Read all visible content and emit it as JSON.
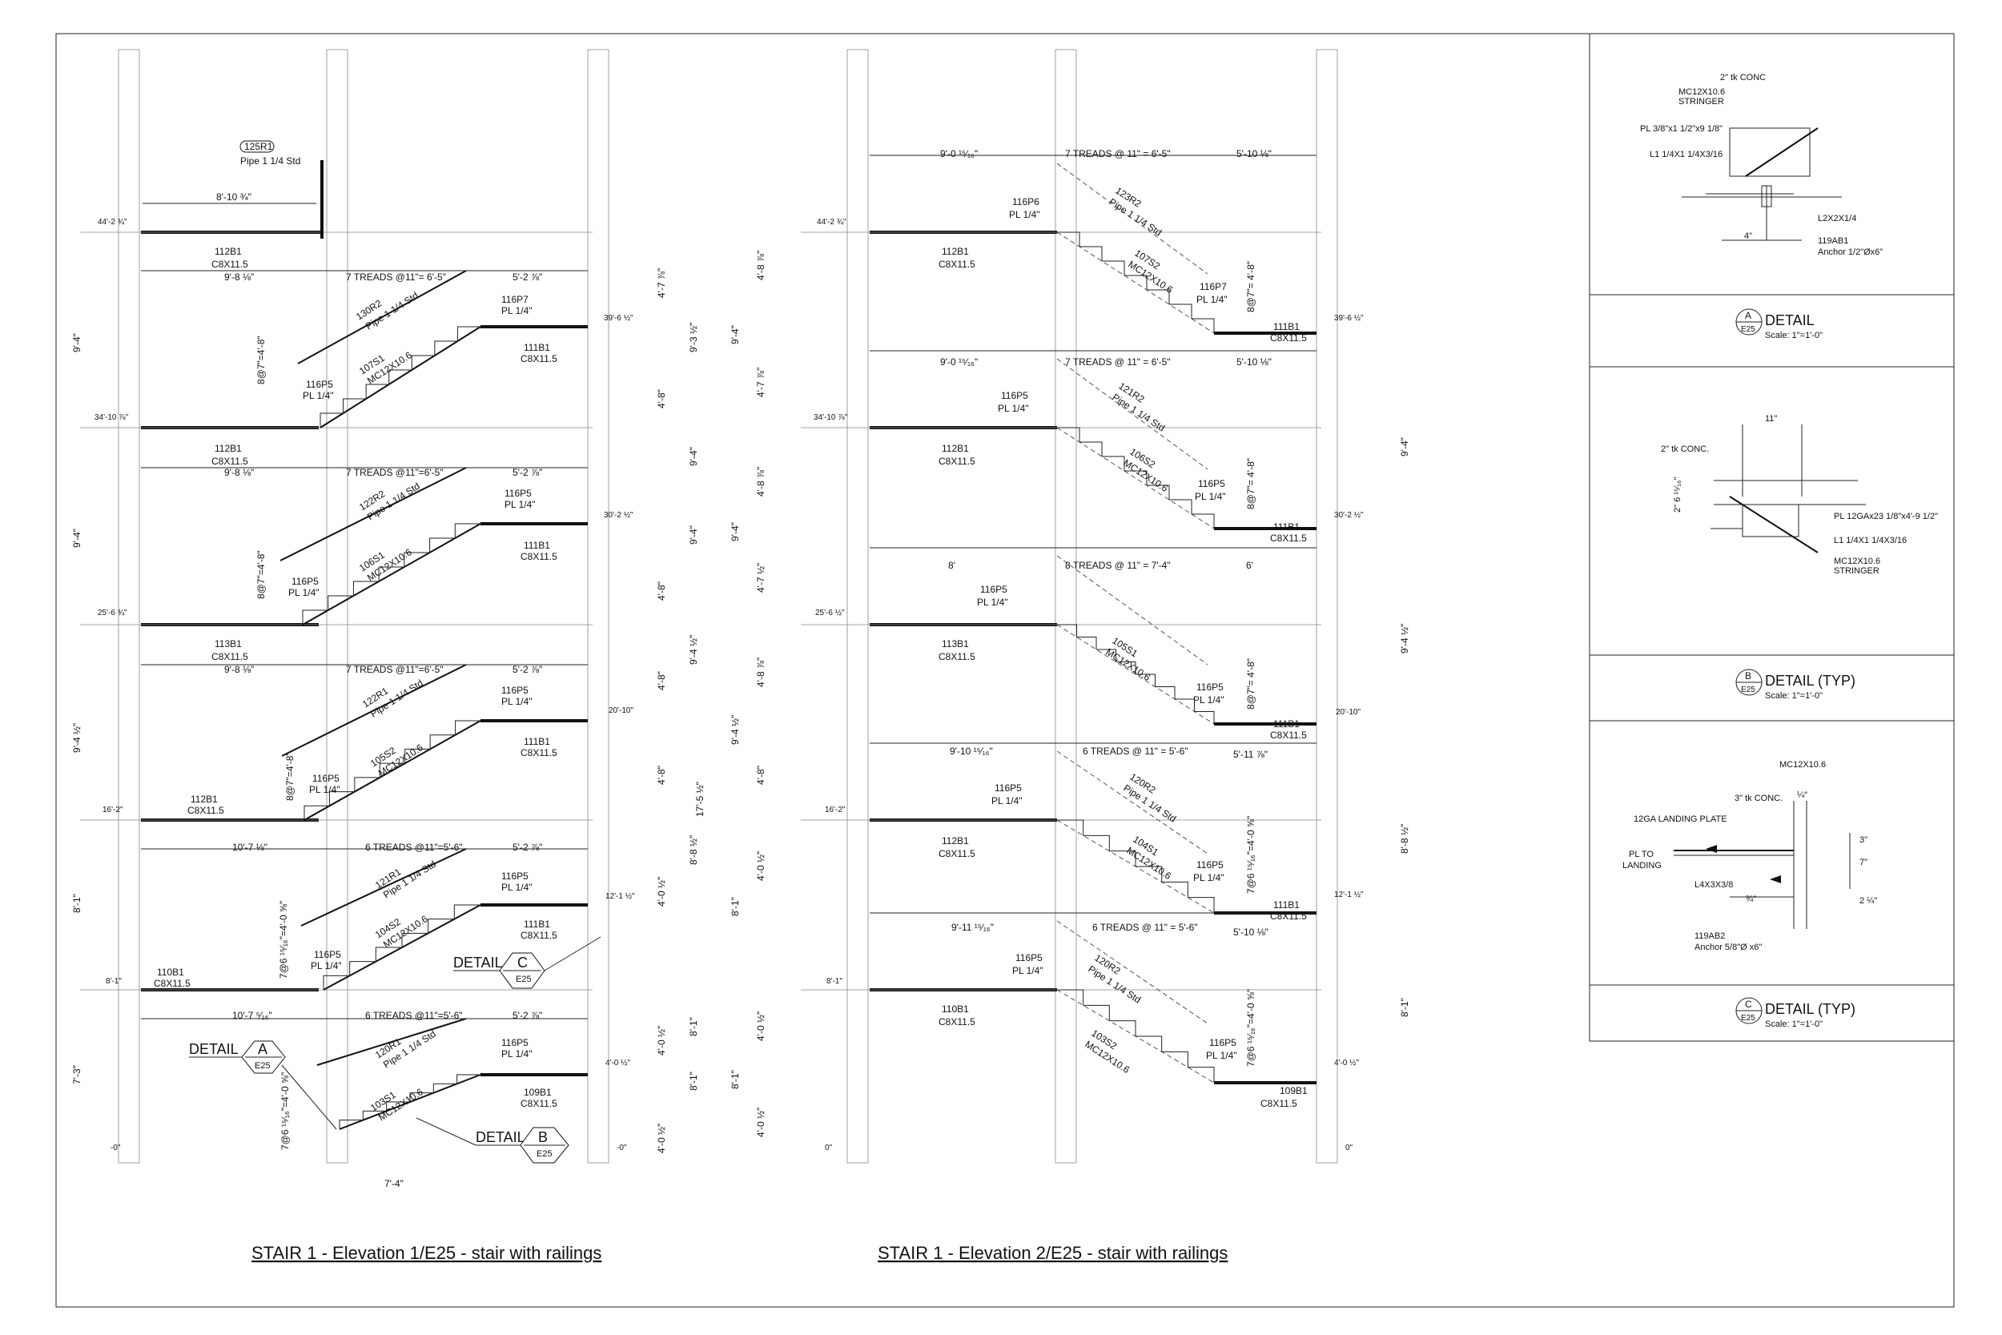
{
  "sheet": {
    "elevation1_title": "STAIR 1 - Elevation 1/E25 - stair with railings",
    "elevation2_title": "STAIR 1 - Elevation 2/E25 - stair with railings"
  },
  "elevation1": {
    "flights": [
      {
        "treads": "7 TREADS @11\"= 6'-5\"",
        "rail_tag": "130R2",
        "rail": "Pipe 1 1/4 Std",
        "stringer_tag": "107S1",
        "stringer": "MC12X10.6",
        "top_plate_tag": "116P7",
        "top_plate": "PL 1/4\"",
        "bot_plate_tag": "116P5",
        "bot_plate": "PL 1/4\"",
        "rise": "8@7\"=4'-8\"",
        "top_beam_tag": "111B1",
        "top_beam": "C8X11.5",
        "land_dim": "9'-8 ⅛\"",
        "right_dim": "5'-2 ⅞\"",
        "level": "39'-6 ½\""
      },
      {
        "treads": "7 TREADS @11\"=6'-5\"",
        "rail_tag": "122R2",
        "rail": "Pipe 1 1/4 Std",
        "stringer_tag": "106S1",
        "stringer": "MC12X10.6",
        "top_plate_tag": "116P5",
        "top_plate": "PL 1/4\"",
        "bot_plate_tag": "116P5",
        "bot_plate": "PL 1/4\"",
        "rise": "8@7\"=4'-8\"",
        "top_beam_tag": "111B1",
        "top_beam": "C8X11.5",
        "land_dim": "9'-8 ⅛\"",
        "right_dim": "5'-2 ⅞\"",
        "level": "30'-2 ½\""
      },
      {
        "treads": "7 TREADS @11\"=6'-5\"",
        "rail_tag": "122R1",
        "rail": "Pipe 1 1/4 Std",
        "stringer_tag": "105S2",
        "stringer": "MC12X10.6",
        "top_plate_tag": "116P5",
        "top_plate": "PL 1/4\"",
        "bot_plate_tag": "116P5",
        "bot_plate": "PL 1/4\"",
        "rise": "8@7\"=4'-8\"",
        "top_beam_tag": "111B1",
        "top_beam": "C8X11.5",
        "land_dim": "9'-8 ⅛\"",
        "right_dim": "5'-2 ⅞\"",
        "level": "20'-10\""
      },
      {
        "treads": "6 TREADS @11\"=5'-6\"",
        "rail_tag": "121R1",
        "rail": "Pipe 1 1/4 Std",
        "stringer_tag": "104S2",
        "stringer": "MC12X10.6",
        "top_plate_tag": "116P5",
        "top_plate": "PL 1/4\"",
        "bot_plate_tag": "116P5",
        "bot_plate": "PL 1/4\"",
        "rise": "7@6 ¹⁵⁄₁₆\"=4'-0 ⅝\"",
        "top_beam_tag": "111B1",
        "top_beam": "C8X11.5",
        "land_dim": "10'-7 ⅛\"",
        "right_dim": "5'-2 ⅞\"",
        "level": "12'-1 ½\""
      },
      {
        "treads": "6 TREADS @11\"=5'-6\"",
        "rail_tag": "120R1",
        "rail": "Pipe 1 1/4 Std",
        "stringer_tag": "103S1",
        "stringer": "MC12X10.6",
        "top_plate_tag": "116P5",
        "top_plate": "PL 1/4\"",
        "bot_plate_tag": "",
        "bot_plate": "",
        "rise": "7@6 ¹⁵⁄₁₆\"=4'-0 ⅝\"",
        "top_beam_tag": "109B1",
        "top_beam": "C8X11.5",
        "land_dim": "10'-7 ⁵⁄₁₆\"",
        "right_dim": "5'-2 ⅞\"",
        "level": "4'-0 ½\""
      }
    ],
    "landings": [
      {
        "tag": "112B1",
        "beam": "C8X11.5",
        "level": "44'-2 ¾\""
      },
      {
        "tag": "112B1",
        "beam": "C8X11.5",
        "level": "34'-10 ⅞\""
      },
      {
        "tag": "113B1",
        "beam": "C8X11.5",
        "level": "25'-6 ¾\""
      },
      {
        "tag": "112B1",
        "beam": "C8X11.5",
        "level": "16'-2\""
      },
      {
        "tag": "110B1",
        "beam": "C8X11.5",
        "level": "8'-1\""
      }
    ],
    "top_rail_tag": "125R1",
    "top_rail": "Pipe 1 1/4 Std",
    "top_dim": "8'-10 ¾\"",
    "bottom_dim": "7'-4\"",
    "floor_heights": [
      "9'-4\"",
      "9'-4\"",
      "9'-4 ½\"",
      "8'-1\"",
      "7'-3\""
    ],
    "right_dims": [
      "4'-7 ⅞\"",
      "4'-8\"",
      "4'-8\"",
      "4'-8\"",
      "4'-8\"",
      "4'-0 ½\"",
      "4'-0 ½\"",
      "4'-0 ½\""
    ],
    "outer_dims": [
      "9'-3 ½\"",
      "9'-4\"",
      "9'-4 ½\"",
      "17'-5 ½\"",
      "8'-8 ½\"",
      "8'-1\"",
      "8'-1\""
    ],
    "callouts": {
      "a": {
        "label": "DETAIL",
        "letter": "A",
        "sheet": "E25"
      },
      "b": {
        "label": "DETAIL",
        "letter": "B",
        "sheet": "E25"
      },
      "c": {
        "label": "DETAIL",
        "letter": "C",
        "sheet": "E25"
      }
    },
    "zero_level": "-0\""
  },
  "elevation2": {
    "flights": [
      {
        "treads": "7 TREADS @ 11\" = 6'-5\"",
        "rail_tag": "123R2",
        "rail": "Pipe 1 1/4 Std",
        "stringer_tag": "107S2",
        "stringer": "MC12X10.6",
        "top_plate_tag": "116P6",
        "top_plate": "PL 1/4\"",
        "bot_plate_tag": "116P7",
        "bot_plate": "PL 1/4\"",
        "rise": "8@7\"= 4'-8\"",
        "beam_tag": "111B1",
        "beam": "C8X11.5",
        "left_dim": "9'-0 ¹⁵⁄₁₆\"",
        "right_dim": "5'-10 ⅛\"",
        "level": "39'-6 ½\""
      },
      {
        "treads": "7 TREADS @ 11\" =  6'-5\"",
        "rail_tag": "121R2",
        "rail": "Pipe 1 1/4 Std",
        "stringer_tag": "106S2",
        "stringer": "MC12X10.6",
        "top_plate_tag": "116P5",
        "top_plate": "PL 1/4\"",
        "bot_plate_tag": "116P5",
        "bot_plate": "PL 1/4\"",
        "rise": "8@7\"= 4'-8\"",
        "beam_tag": "111B1",
        "beam": "C8X11.5",
        "left_dim": "9'-0 ¹⁵⁄₁₆\"",
        "right_dim": "5'-10 ⅛\"",
        "level": "30'-2 ½\""
      },
      {
        "treads": "8 TREADS @ 11\" = 7'-4\"",
        "rail_tag": "",
        "rail": "",
        "stringer_tag": "105S1",
        "stringer": "MC12X10.6",
        "top_plate_tag": "116P5",
        "top_plate": "PL 1/4\"",
        "bot_plate_tag": "116P5",
        "bot_plate": "PL 1/4\"",
        "rise": "8@7\"= 4'-8\"",
        "beam_tag": "111B1",
        "beam": "C8X11.5",
        "left_dim": "8'",
        "right_dim": "6'",
        "level": "20'-10\""
      },
      {
        "treads": "6 TREADS @ 11\" =  5'-6\"",
        "rail_tag": "120R2",
        "rail": "Pipe 1 1/4 Std",
        "stringer_tag": "104S1",
        "stringer": "MC12X10.6",
        "top_plate_tag": "116P5",
        "top_plate": "PL 1/4\"",
        "bot_plate_tag": "116P5",
        "bot_plate": "PL 1/4\"",
        "rise": "7@6 ¹⁵⁄₁₆\"=4'-0 ⅝\"",
        "beam_tag": "111B1",
        "beam": "C8X11.5",
        "left_dim": "9'-10 ¹⁵⁄₁₆\"",
        "right_dim": "5'-11 ⅞\"",
        "level": "12'-1 ½\""
      },
      {
        "treads": "6 TREADS @ 11\" = 5'-6\"",
        "rail_tag": "120R2",
        "rail": "Pipe 1 1/4 Std",
        "stringer_tag": "103S2",
        "stringer": "MC12X10.6",
        "top_plate_tag": "116P5",
        "top_plate": "PL 1/4\"",
        "bot_plate_tag": "116P5",
        "bot_plate": "PL 1/4\"",
        "rise": "7@6 ¹⁵⁄₁₆\"=4'-0 ⅝\"",
        "beam_tag": "109B1",
        "beam": "C8X11.5",
        "left_dim": "9'-11 ¹⁵⁄₁₆\"",
        "right_dim": "5'-10 ⅛\"",
        "level": "4'-0 ½\""
      }
    ],
    "landings": [
      {
        "tag": "112B1",
        "beam": "C8X11.5",
        "level": "44'-2 ¾\""
      },
      {
        "tag": "112B1",
        "beam": "C8X11.5",
        "level": "34'-10 ⅞\""
      },
      {
        "tag": "113B1",
        "beam": "C8X11.5",
        "level": "25'-6 ½\""
      },
      {
        "tag": "112B1",
        "beam": "C8X11.5",
        "level": "16'-2\""
      },
      {
        "tag": "110B1",
        "beam": "C8X11.5",
        "level": "8'-1\""
      }
    ],
    "left_dims": [
      "4'-8 ⅞\"",
      "4'-7 ⅞\"",
      "4'-8 ⅞\"",
      "4'-7 ½\"",
      "4'-8 ⅞\"",
      "4'-8\"",
      "4'-0 ½\"",
      "4'-0 ½\"",
      "4'-0 ½\""
    ],
    "outer_left": [
      "9'-4\"",
      "9'-4\"",
      "9'-4 ½\"",
      "8'-1\"",
      "8'-1\""
    ],
    "outer_right": [
      "9'-4\"",
      "9'-4 ½\"",
      "8'-8 ½\"",
      "8'-1\""
    ],
    "zero_level": "0\""
  },
  "details": [
    {
      "letter": "A",
      "sheet": "E25",
      "title": "DETAIL",
      "scale": "Scale: 1\"=1'-0\"",
      "labels": [
        "2\" tk CONC",
        "MC12X10.6",
        "STRINGER",
        "PL 3/8\"x1 1/2\"x9 1/8\"",
        "L1 1/4X1 1/4X3/16",
        "L2X2X1/4",
        "119AB1",
        "Anchor 1/2\"Øx6\"",
        "4\""
      ]
    },
    {
      "letter": "B",
      "sheet": "E25",
      "title": "DETAIL (TYP)",
      "scale": "Scale: 1\"=1'-0\"",
      "labels": [
        "11\"",
        "2\" tk CONC.",
        "2\" 6 ¹⁵⁄₁₆\"",
        "PL 12GAx23 1/8\"x4'-9 1/2\"",
        "L1 1/4X1 1/4X3/16",
        "MC12X10.6",
        "STRINGER"
      ]
    },
    {
      "letter": "C",
      "sheet": "E25",
      "title": "DETAIL (TYP)",
      "scale": "Scale: 1\"=1'-0\"",
      "labels": [
        "MC12X10.6",
        "3\" tk CONC.",
        "12GA LANDING PLATE",
        "PL TO",
        "LANDING",
        "L4X3X3/8",
        "119AB2",
        "Anchor 5/8\"Ø x6\"",
        "3\"",
        "7\"",
        "2 ¼\"",
        "¼\"",
        "¾\""
      ]
    }
  ]
}
